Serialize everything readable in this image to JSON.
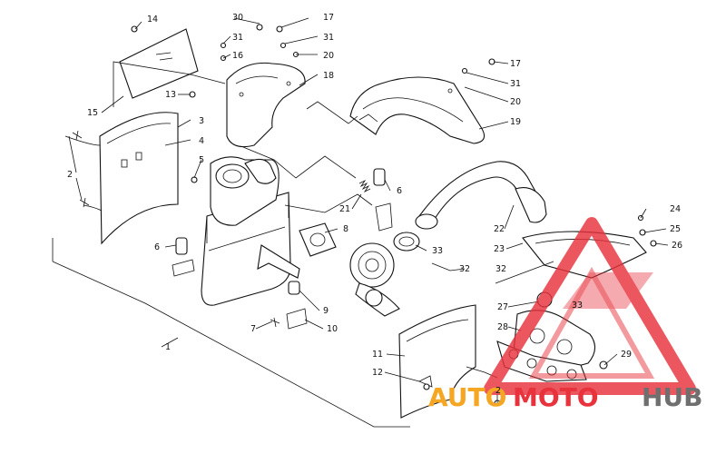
{
  "callouts": [
    {
      "id": "c14",
      "text": "14"
    },
    {
      "id": "c30",
      "text": "30"
    },
    {
      "id": "c17a",
      "text": "17"
    },
    {
      "id": "c31a",
      "text": "31"
    },
    {
      "id": "c31b",
      "text": "31"
    },
    {
      "id": "c16",
      "text": "16"
    },
    {
      "id": "c20a",
      "text": "20"
    },
    {
      "id": "c18",
      "text": "18"
    },
    {
      "id": "c17b",
      "text": "17"
    },
    {
      "id": "c31c",
      "text": "31"
    },
    {
      "id": "c13",
      "text": "13"
    },
    {
      "id": "c20b",
      "text": "20"
    },
    {
      "id": "c15",
      "text": "15"
    },
    {
      "id": "c3",
      "text": "3"
    },
    {
      "id": "c19",
      "text": "19"
    },
    {
      "id": "c4",
      "text": "4"
    },
    {
      "id": "c2a",
      "text": "2"
    },
    {
      "id": "c5",
      "text": "5"
    },
    {
      "id": "c6a",
      "text": "6"
    },
    {
      "id": "c21",
      "text": "21"
    },
    {
      "id": "c24",
      "text": "24"
    },
    {
      "id": "c22",
      "text": "22"
    },
    {
      "id": "c25",
      "text": "25"
    },
    {
      "id": "c8",
      "text": "8"
    },
    {
      "id": "c6b",
      "text": "6"
    },
    {
      "id": "c33a",
      "text": "33"
    },
    {
      "id": "c23",
      "text": "23"
    },
    {
      "id": "c26",
      "text": "26"
    },
    {
      "id": "c32a",
      "text": "32"
    },
    {
      "id": "c32b",
      "text": "32"
    },
    {
      "id": "c9",
      "text": "9"
    },
    {
      "id": "c27",
      "text": "27"
    },
    {
      "id": "c33b",
      "text": "33"
    },
    {
      "id": "c28",
      "text": "28"
    },
    {
      "id": "c7",
      "text": "7"
    },
    {
      "id": "c10",
      "text": "10"
    },
    {
      "id": "c1",
      "text": "1"
    },
    {
      "id": "c11",
      "text": "11"
    },
    {
      "id": "c29",
      "text": "29"
    },
    {
      "id": "c12",
      "text": "12"
    },
    {
      "id": "c2b",
      "text": "2"
    }
  ],
  "watermark": {
    "part1": "AUTO",
    "part2": "MOTO",
    "part3": "HUB",
    "color_orange": "#f5a623",
    "color_red": "#e8323c",
    "color_gray": "#6f6f6f"
  }
}
